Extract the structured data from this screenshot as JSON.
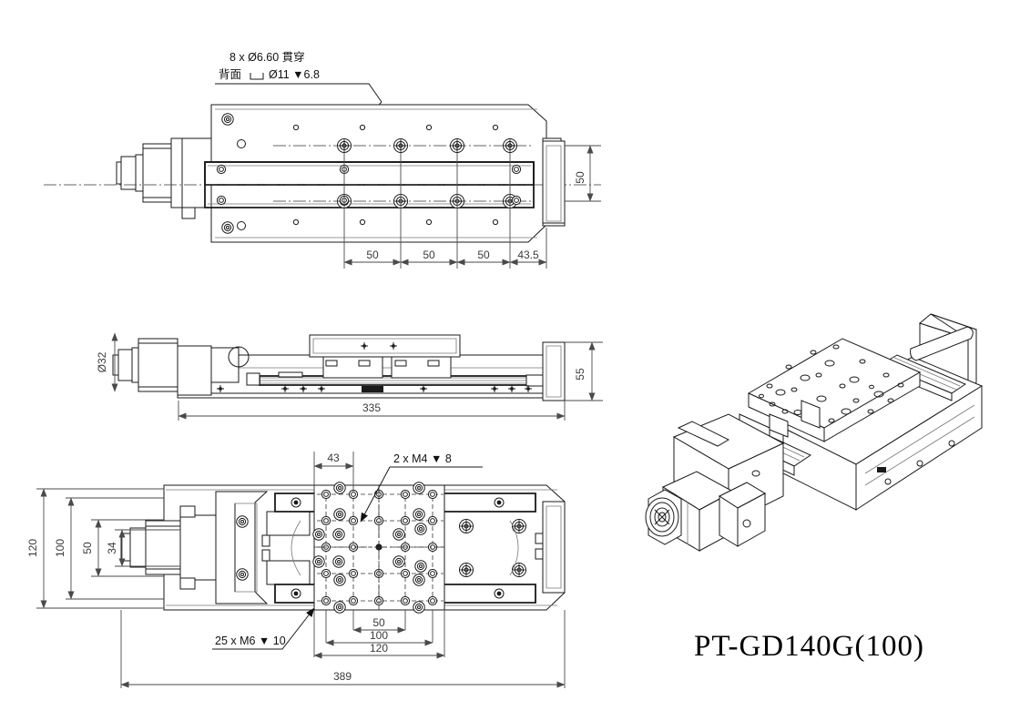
{
  "document": {
    "type": "engineering-drawing",
    "background_color": "#ffffff",
    "line_color": "#1a1a1a",
    "dimension_color": "#4a4a4a",
    "product_title": "PT-GD140G(100)"
  },
  "top_view": {
    "name": "top-view",
    "callout": {
      "line1": "8 x Ø6.60 貫穿",
      "line2_prefix": "背面",
      "line2_suffix": "Ø11 ▼6.8"
    },
    "dimensions": {
      "horizontal": [
        "50",
        "50",
        "50",
        "43.5"
      ],
      "vertical_right": "50"
    }
  },
  "side_view": {
    "name": "side-view",
    "dimensions": {
      "motor_diameter": "Ø32",
      "height_right": "55",
      "length_bottom": "335"
    }
  },
  "bottom_view": {
    "name": "bottom-view",
    "callouts": {
      "top_right": "2 x M4 ▼ 8",
      "bottom_left": "25 x M6 ▼ 10"
    },
    "dimensions": {
      "top_left": "43",
      "vertical_left": [
        "120",
        "100",
        "50",
        "34"
      ],
      "nested_bottom": [
        "50",
        "100",
        "120"
      ],
      "overall_bottom": "389"
    }
  },
  "iso_view": {
    "name": "isometric-view",
    "label": "3D perspective of linear motion stage"
  }
}
